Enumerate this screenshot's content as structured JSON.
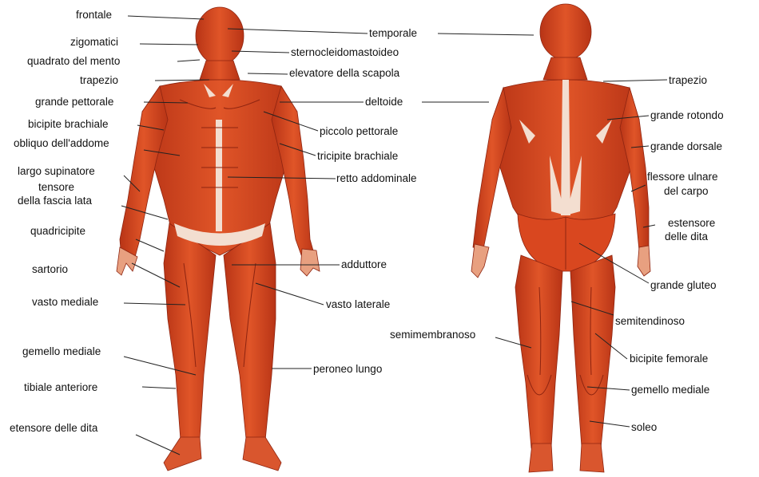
{
  "colors": {
    "muscle": "#d8401c",
    "muscle_dark": "#a82a10",
    "muscle_light": "#ee7a4e",
    "tendon": "#f3ded0",
    "leader_line": "#222222",
    "text": "#111111",
    "background": "#ffffff"
  },
  "diagram": {
    "front_labels": {
      "frontale": "frontale",
      "zigomatici": "zigomatici",
      "quadrato_del_mento": "quadrato del mento",
      "trapezio": "trapezio",
      "grande_pettorale": "grande pettorale",
      "bicipite_brachiale": "bicipite brachiale",
      "obliquo_addome": "obliquo dell'addome",
      "largo_supinatore": "largo supinatore",
      "tensore_fascia_lata_1": "tensore",
      "tensore_fascia_lata_2": "della fascia lata",
      "quadricipite": "quadricipite",
      "sartorio": "sartorio",
      "vasto_mediale": "vasto mediale",
      "gemello_mediale": "gemello mediale",
      "tibiale_anteriore": "tibiale anteriore",
      "etensore_delle_dita": "etensore delle dita"
    },
    "middle_labels": {
      "temporale": "temporale",
      "sternocleidomastoideo": "sternocleidomastoideo",
      "elevatore_della_scapola": "elevatore della scapola",
      "deltoide": "deltoide",
      "piccolo_pettorale": "piccolo pettorale",
      "tricipite_brachiale": "tricipite brachiale",
      "retto_addominale": "retto addominale",
      "adduttore": "adduttore",
      "vasto_laterale": "vasto laterale",
      "peroneo_lungo": "peroneo lungo",
      "semimembranoso": "semimembranoso"
    },
    "back_labels": {
      "trapezio": "trapezio",
      "grande_rotondo": "grande rotondo",
      "grande_dorsale": "grande dorsale",
      "flessore_ulnare_1": "flessore ulnare",
      "flessore_ulnare_2": "del carpo",
      "estensore_1": "estensore",
      "estensore_2": "delle dita",
      "grande_gluteo": "grande gluteo",
      "semitendinoso": "semitendinoso",
      "bicipite_femorale": "bicipite femorale",
      "gemello_mediale": "gemello mediale",
      "soleo": "soleo"
    }
  }
}
